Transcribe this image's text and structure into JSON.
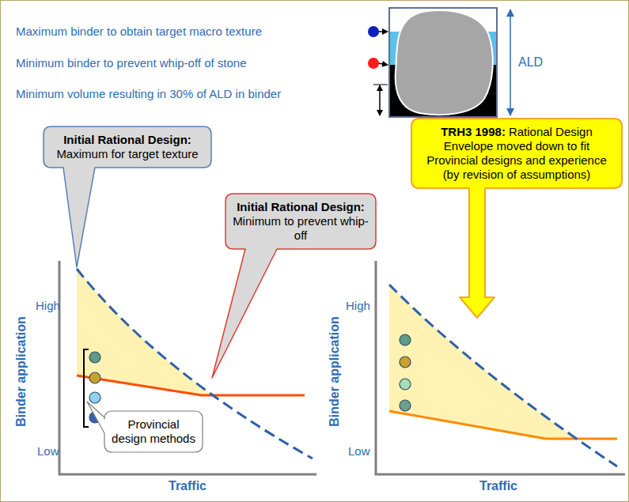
{
  "diagram": {
    "nodes": [
      {
        "text": [
          "Initial Rational Design:",
          "Maximum for target texture"
        ]
      },
      {
        "text": [
          "Initial Rational Design:",
          "Minimum to prevent whip-off"
        ]
      },
      {
        "text": [
          "Provincial design methods"
        ]
      },
      {
        "text": [
          "TRH3 1998:",
          "Rational Design Envelope moved down to fit Provincial designs and experience (by revision of assumptions)"
        ]
      }
    ],
    "labels": [
      "Maximum binder to obtain target macro texture",
      "Minimum binder to prevent whip-off of stone",
      "Minimum volume resulting in 30% of ALD in binder",
      "ALD",
      "High",
      "Low",
      "Binder application",
      "Traffic",
      "High",
      "Low",
      "Binder application",
      "Traffic"
    ]
  }
}
